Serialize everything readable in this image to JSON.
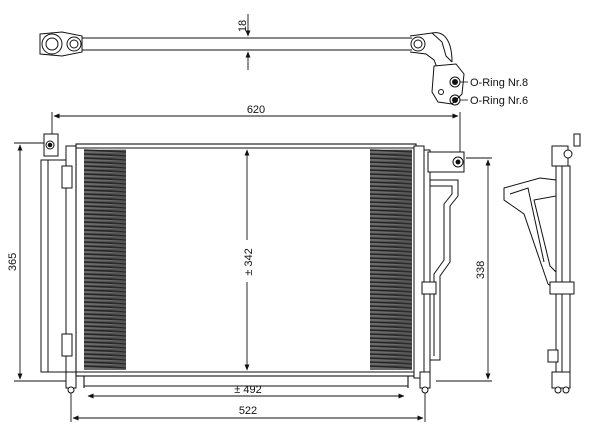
{
  "dimensions": {
    "top_pipe_diameter": "18",
    "overall_width": "620",
    "overall_height": "365",
    "core_height": "± 342",
    "side_height": "338",
    "core_width": "± 492",
    "bracket_width": "522"
  },
  "notes": {
    "oring_1": "O-Ring Nr.8",
    "oring_2": "O-Ring Nr.6"
  },
  "colors": {
    "line": "#111111",
    "fins": "#2a2a2a"
  }
}
